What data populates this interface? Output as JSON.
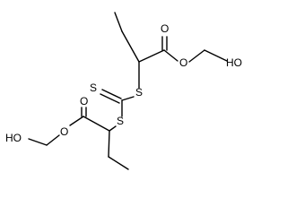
{
  "molecule": {
    "atoms": {
      "o_top_carbonyl": "O",
      "o_top_ester": "O",
      "o_top_hydroxyl": "HO",
      "s_top": "S",
      "s_thione": "S",
      "s_bottom": "S",
      "o_bottom_carbonyl": "O",
      "o_bottom_ester": "O",
      "o_bottom_hydroxyl": "HO"
    }
  }
}
